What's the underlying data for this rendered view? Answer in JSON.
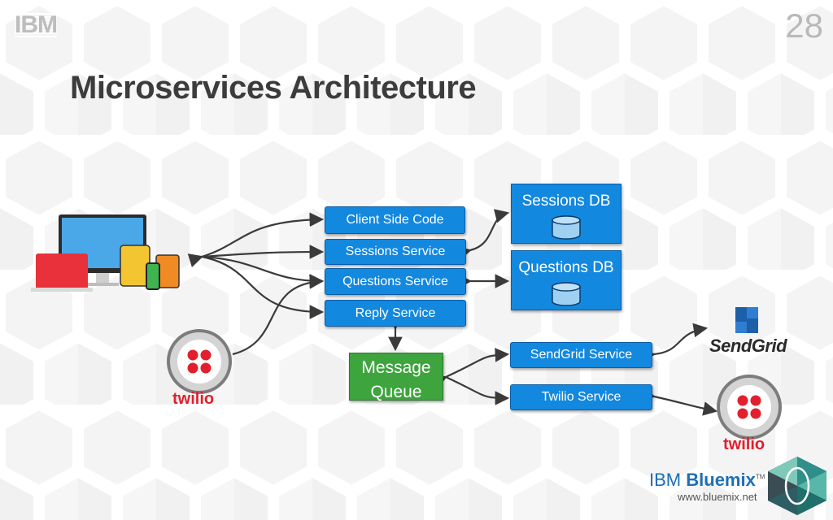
{
  "slide": {
    "number": "28",
    "title": "Microservices Architecture",
    "brand": "IBM"
  },
  "services": {
    "client_side_code": "Client Side Code",
    "sessions_service": "Sessions Service",
    "questions_service": "Questions Service",
    "reply_service": "Reply Service",
    "sendgrid_service": "SendGrid Service",
    "twilio_service": "Twilio Service"
  },
  "databases": {
    "sessions_db": "Sessions DB",
    "questions_db": "Questions DB"
  },
  "queue": {
    "line1": "Message",
    "line2": "Queue"
  },
  "logos": {
    "twilio_left": "twilio",
    "twilio_right": "twilio",
    "sendgrid": "SendGrid"
  },
  "footer": {
    "bluemix_ibm": "IBM",
    "bluemix_name": "Bluemix",
    "bluemix_tm": "TM",
    "bluemix_url": "www.bluemix.net"
  },
  "icons": [
    "devices-icon",
    "twilio-logo-icon",
    "sendgrid-logo-icon",
    "database-icon",
    "bluemix-logo-icon"
  ],
  "colors": {
    "service_blue": "#1388df",
    "queue_green": "#3ea43e",
    "twilio_red": "#e31e2d",
    "title": "#3c3c3c"
  }
}
